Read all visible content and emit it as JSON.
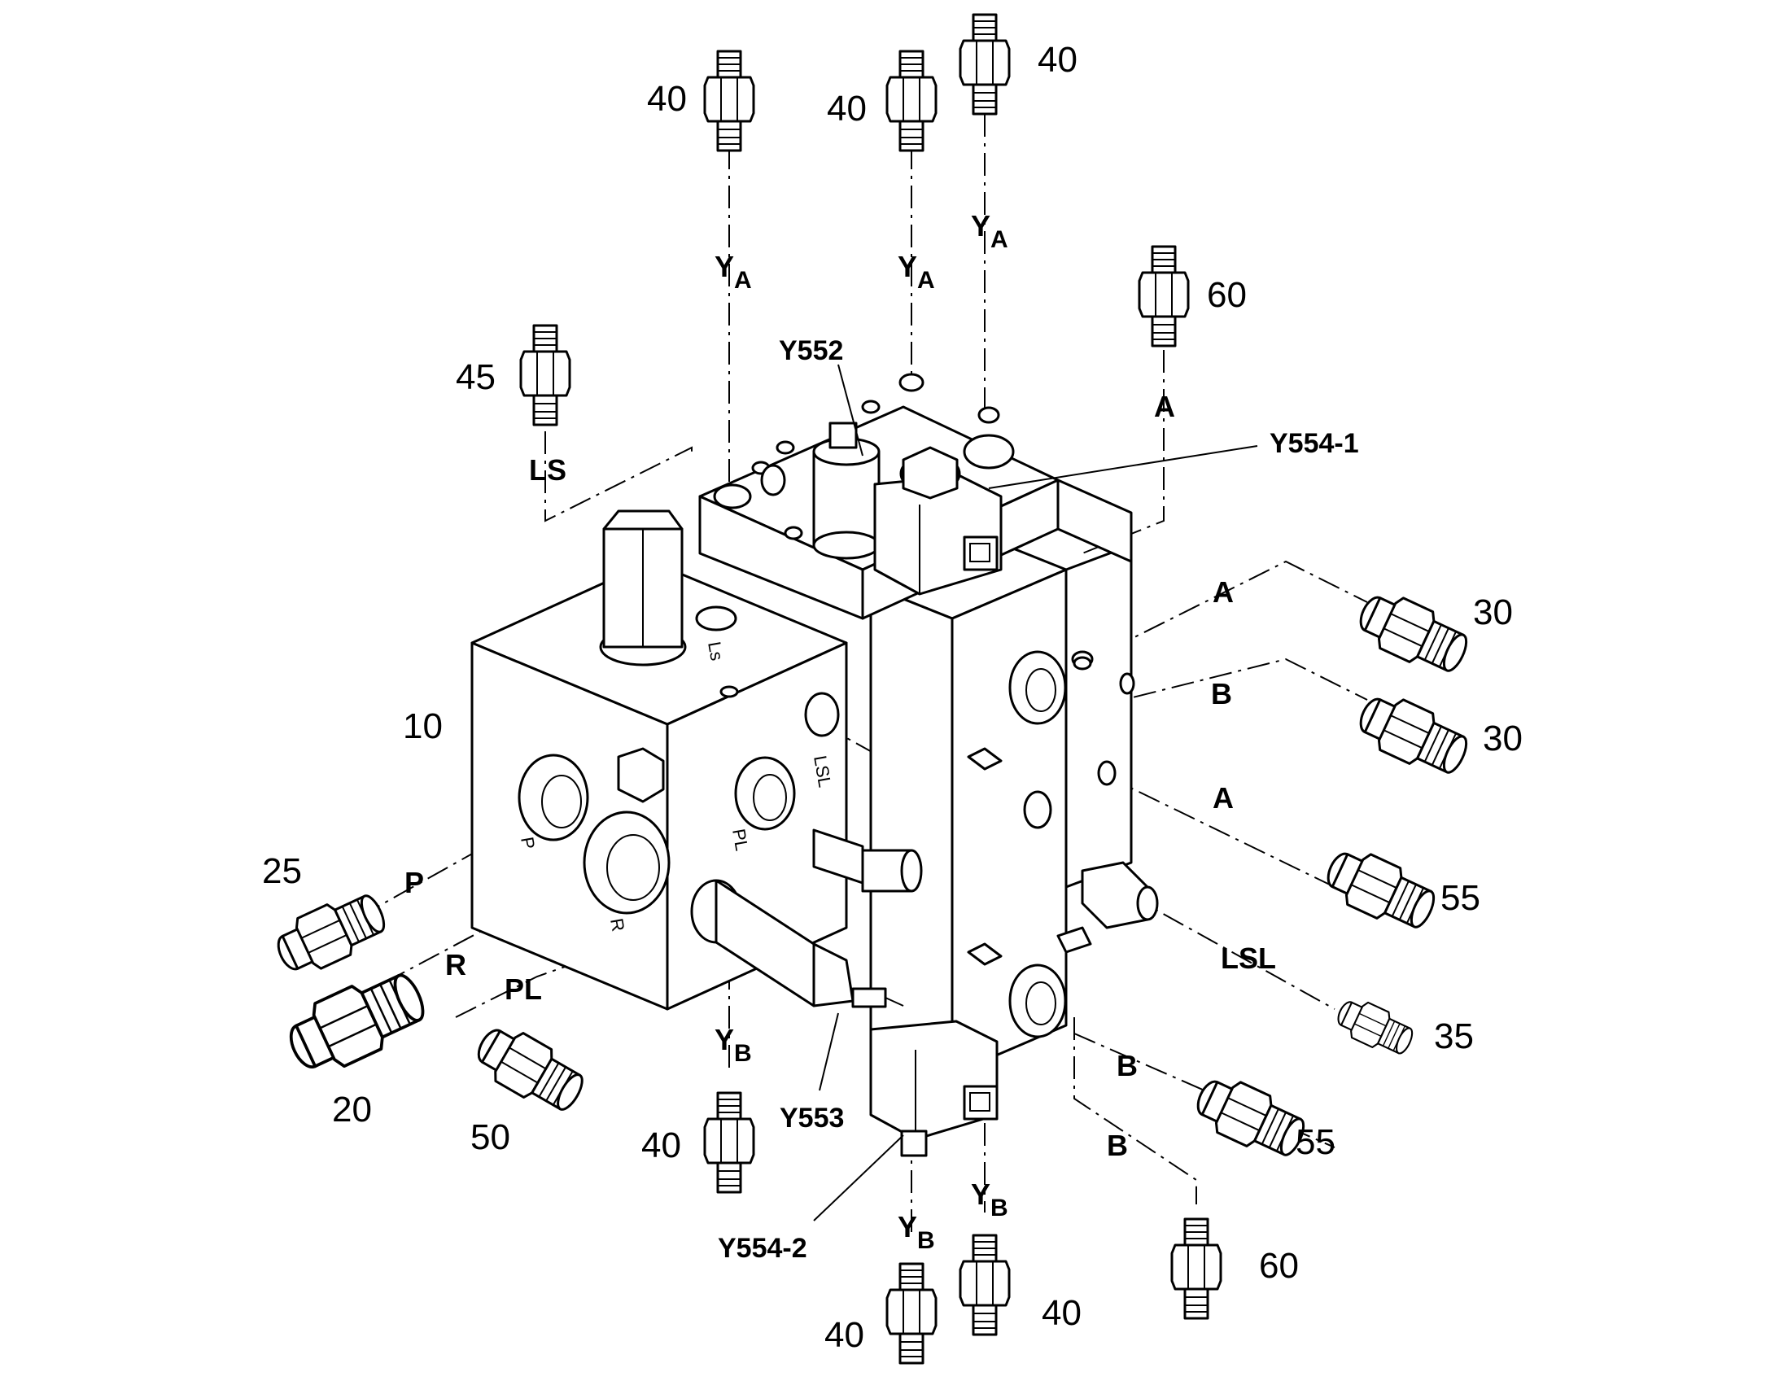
{
  "parts": {
    "p10": "10",
    "p20": "20",
    "p25": "25",
    "p30": "30",
    "p35": "35",
    "p40": "40",
    "p45": "45",
    "p50": "50",
    "p55": "55",
    "p60": "60"
  },
  "ports": {
    "A": "A",
    "B": "B",
    "P": "P",
    "R": "R",
    "PL": "PL",
    "LS": "LS",
    "LSL": "LSL",
    "Y": "Y",
    "sub_A": "A",
    "sub_B": "B"
  },
  "refs": {
    "y552": "Y552",
    "y553": "Y553",
    "y554_1": "Y554-1",
    "y554_2": "Y554-2"
  },
  "etched": {
    "ls": "Ls",
    "lsl": "LSL",
    "pl": "PL",
    "p": "P",
    "r": "R"
  }
}
